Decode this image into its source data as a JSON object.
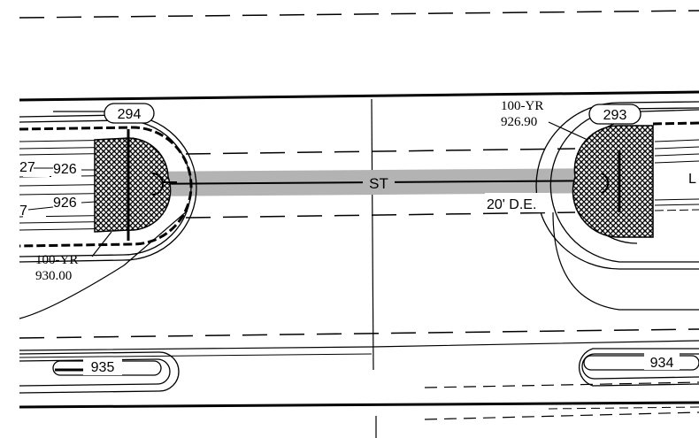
{
  "lots": [
    {
      "id": "lot-294",
      "number": "294",
      "hw_label": "100-YR",
      "hw_elev": "930.00",
      "contours": [
        "27",
        "926",
        "926",
        "7"
      ]
    },
    {
      "id": "lot-293",
      "number": "293",
      "hw_label": "100-YR",
      "hw_elev": "926.90",
      "contours": [
        "L"
      ]
    }
  ],
  "pipe": {
    "label": "ST"
  },
  "easement": {
    "label": "20' D.E."
  },
  "contours_bottom": [
    {
      "id": "contour-935",
      "label": "935"
    },
    {
      "id": "contour-934",
      "label": "934"
    }
  ],
  "colors": {
    "linework": "#000000",
    "easement_band": "#b3b3b3",
    "background": "#ffffff"
  }
}
